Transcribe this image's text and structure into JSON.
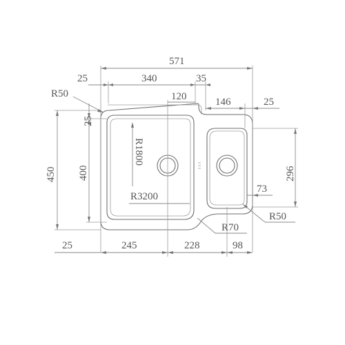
{
  "drawing": {
    "type": "sink technical drawing",
    "dimensions": {
      "overall_width": "571",
      "left_margin_top": "25",
      "main_bowl_width": "340",
      "gap_top": "35",
      "drain_offset": "120",
      "small_bowl_width": "146",
      "right_margin": "25",
      "corner_radius_outer": "R50",
      "top_margin_left": "25",
      "overall_height": "450",
      "main_bowl_height": "400",
      "inner_radius": "R1800",
      "bottom_radius": "R3200",
      "small_bowl_height": "296",
      "small_bowl_offset": "73",
      "small_corner_radius": "R50",
      "join_radius": "R70",
      "bottom_margin_left": "25",
      "bottom_left_span": "245",
      "bottom_mid_span": "228",
      "bottom_right_span": "98"
    },
    "colors": {
      "line": "#6e6e6e",
      "dimension": "#8a8a8a",
      "text": "#555555"
    }
  }
}
